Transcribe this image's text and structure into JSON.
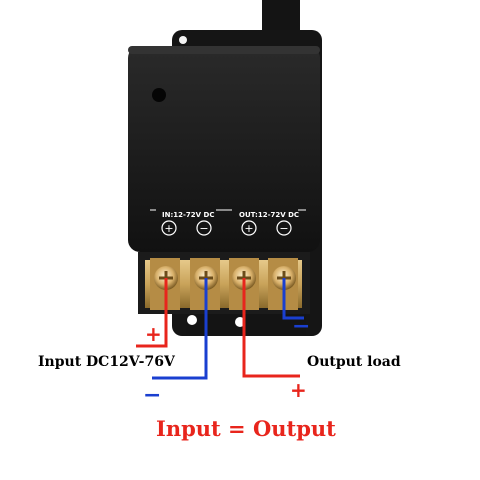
{
  "device": {
    "input_label": "IN:12-72V DC",
    "output_label": "OUT:12-72V DC",
    "terminal_signs": [
      "+",
      "−",
      "+",
      "−"
    ]
  },
  "captions": {
    "input": "Input DC12V-76V",
    "output": "Output load",
    "equation": "Input = Output"
  },
  "wire_signs": {
    "input_plus": "+",
    "input_minus": "−",
    "output_plus": "+",
    "output_minus": "−"
  },
  "colors": {
    "positive": "#e8251c",
    "negative": "#1a3fd0",
    "case": "#1c1c1c",
    "brass": "#c9a35a"
  }
}
